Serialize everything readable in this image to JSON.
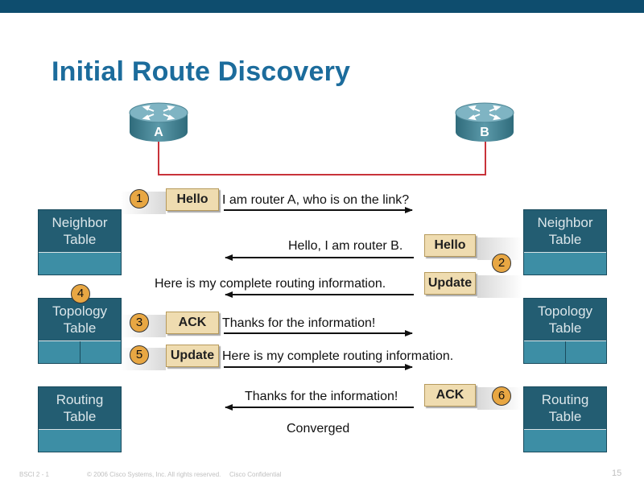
{
  "slide": {
    "title": "Initial Route Discovery",
    "page_number": "15",
    "footer": {
      "course": "BSCI 2 - 1",
      "copyright": "© 2006 Cisco Systems, Inc. All rights reserved.",
      "confidential": "Cisco Confidential"
    }
  },
  "routers": [
    {
      "label": "A",
      "icon": "router-icon"
    },
    {
      "label": "B",
      "icon": "router-icon"
    }
  ],
  "tables_left": {
    "neighbor": "Neighbor\nTable",
    "topology": "Topology\nTable",
    "routing": "Routing\nTable"
  },
  "tables_right": {
    "neighbor": "Neighbor\nTable",
    "topology": "Topology\nTable",
    "routing": "Routing\nTable"
  },
  "steps": [
    "1",
    "2",
    "4",
    "3",
    "5",
    "6"
  ],
  "packets": {
    "hello_a": "Hello",
    "hello_b": "Hello",
    "update_b": "Update",
    "ack_a": "ACK",
    "update_a": "Update",
    "ack_b": "ACK"
  },
  "messages": {
    "m1": "I am router A, who is on the link?",
    "m2": "Hello, I am router B.",
    "m3": "Here is my complete routing information.",
    "m4": "Thanks for the information!",
    "m5": "Here is my complete routing information.",
    "m6": "Thanks for the information!",
    "converged": "Converged"
  },
  "colors": {
    "topbar": "#0e4d6e",
    "title": "#1c6c9c",
    "link": "#c8333a",
    "table": "#235d72",
    "badge": "#e8a743",
    "packet": "#efdcb0"
  }
}
